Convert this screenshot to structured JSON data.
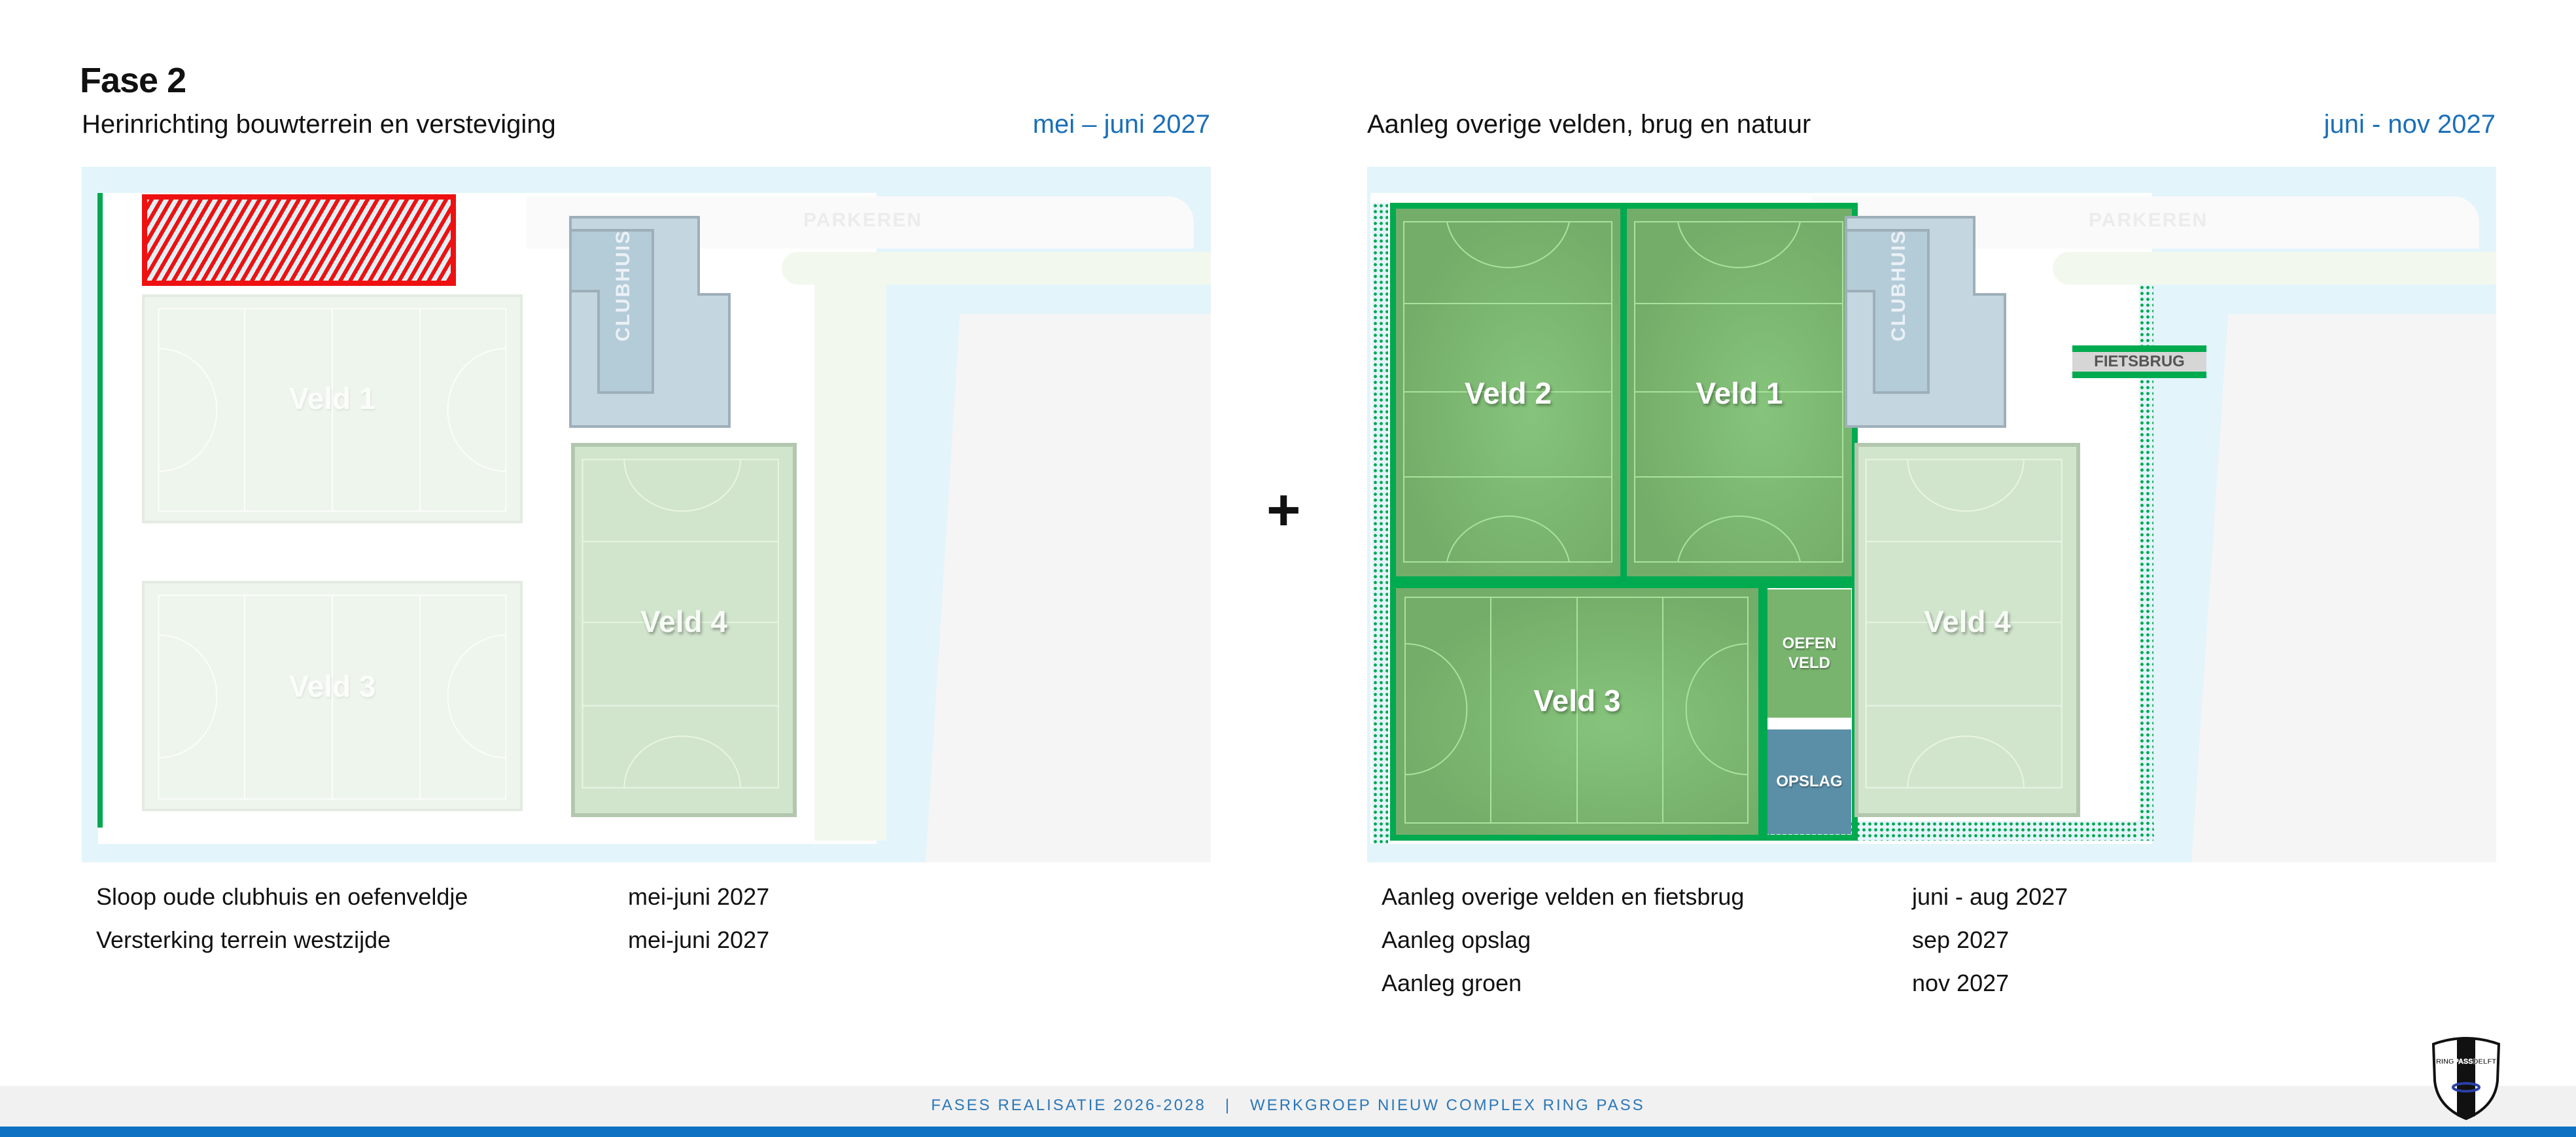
{
  "page": {
    "title": "Fase 2"
  },
  "left_panel": {
    "subtitle": "Herinrichting bouwterrein en versteviging",
    "date_range": "mei – juni 2027",
    "map": {
      "parking_label": "PARKEREN",
      "clubhouse_label": "CLUBHUIS",
      "fields": [
        {
          "label": "Veld 1",
          "state": "faded"
        },
        {
          "label": "Veld 3",
          "state": "faded"
        },
        {
          "label": "Veld 4",
          "state": "existing"
        }
      ],
      "demolition_zone": "hatched-red"
    },
    "tasks": [
      {
        "name": "Sloop oude clubhuis en oefenveldje",
        "period": "mei-juni 2027"
      },
      {
        "name": "Versterking terrein westzijde",
        "period": "mei-juni 2027"
      }
    ]
  },
  "connector": {
    "symbol": "+"
  },
  "right_panel": {
    "subtitle": "Aanleg overige velden, brug en natuur",
    "date_range": "juni - nov 2027",
    "map": {
      "parking_label": "PARKEREN",
      "clubhouse_label": "CLUBHUIS",
      "bridge_label": "FIETSBRUG",
      "fields": [
        {
          "label": "Veld 2",
          "state": "new"
        },
        {
          "label": "Veld 1",
          "state": "new"
        },
        {
          "label": "Veld 3",
          "state": "new"
        },
        {
          "label": "Veld 4",
          "state": "existing"
        }
      ],
      "practice_field_label_1": "OEFEN",
      "practice_field_label_2": "VELD",
      "storage_label": "OPSLAG"
    },
    "tasks": [
      {
        "name": "Aanleg overige velden en fietsbrug",
        "period": "juni - aug 2027"
      },
      {
        "name": "Aanleg opslag",
        "period": "sep 2027"
      },
      {
        "name": "Aanleg groen",
        "period": "nov 2027"
      }
    ]
  },
  "footer": {
    "text": "FASES REALISATIE 2026-2028   |   WERKGROEP NIEUW COMPLEX RING PASS",
    "logo": {
      "name": "ring-pass-delft-shield",
      "text_left": "RING",
      "text_mid": "PASS",
      "text_right": "DELFT"
    }
  },
  "colors": {
    "accent_blue": "#1a6fb8",
    "field_green": "#00aa4f",
    "demolition_red": "#ee1111",
    "water": "#e3f4fb",
    "storage": "#5b8fa8",
    "footer_bar": "#0f72c2"
  }
}
